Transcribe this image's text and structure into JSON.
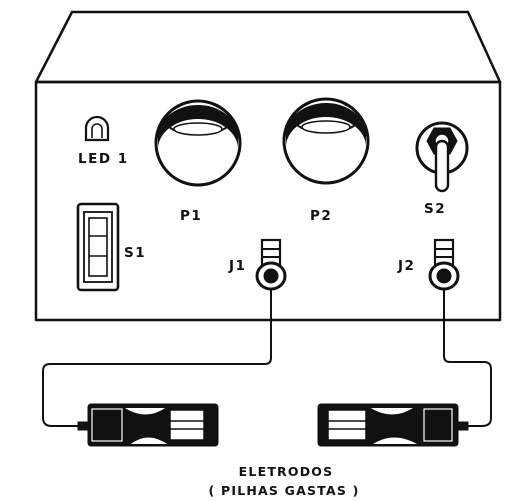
{
  "labels": {
    "led1": "LED 1",
    "p1": "P1",
    "p2": "P2",
    "s1": "S1",
    "s2": "S2",
    "j1": "J1",
    "j2": "J2",
    "electrodes_line1": "ELETRODOS",
    "electrodes_line2": "( PILHAS GASTAS )"
  },
  "icons": {
    "led": "led-icon",
    "potentiometer": "knob-icon",
    "toggle_switch": "toggle-switch-icon",
    "slide_switch": "slide-switch-icon",
    "jack": "jack-icon",
    "battery": "battery-icon"
  },
  "colors": {
    "ink": "#111111",
    "paper": "#ffffff"
  }
}
